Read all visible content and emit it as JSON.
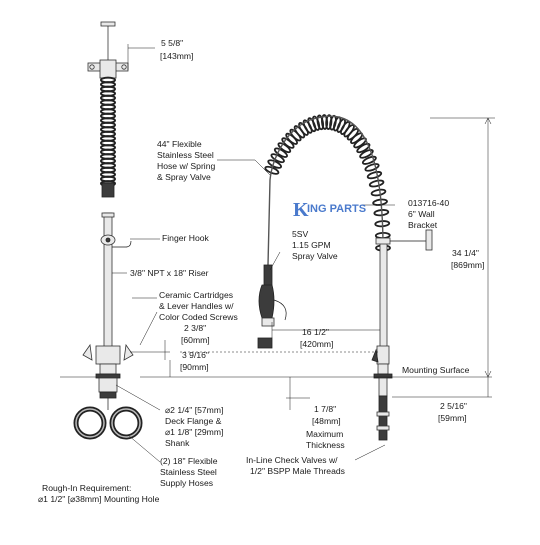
{
  "dims": {
    "top_width": {
      "in": "5 5/8\"",
      "mm": "[143mm]"
    },
    "spout_reach": {
      "in": "16 1/2\"",
      "mm": "[420mm]"
    },
    "overall_height": {
      "in": "34 1/4\"",
      "mm": "[869mm]"
    },
    "handle_height": {
      "in": "2 3/8\"",
      "mm": "[60mm]"
    },
    "handle_offset": {
      "in": "3 9/16\"",
      "mm": "[90mm]"
    },
    "thickness": {
      "in": "1 7/8\"",
      "mm": "[48mm]",
      "l1": "Maximum",
      "l2": "Thickness"
    },
    "below_surface": {
      "in": "2 5/16\"",
      "mm": "[59mm]"
    }
  },
  "labels": {
    "hose": [
      "44\" Flexible",
      "Stainless Steel",
      "Hose w/ Spring",
      "& Spray Valve"
    ],
    "bracket": [
      "013716-40",
      "6\" Wall",
      "Bracket"
    ],
    "spray": [
      "5SV",
      "1.15 GPM",
      "Spray Valve"
    ],
    "finger_hook": "Finger Hook",
    "riser": "3/8\" NPT x 18\" Riser",
    "cartridges": [
      "Ceramic Cartridges",
      "& Lever Handles w/",
      "Color Coded Screws"
    ],
    "mounting_surface": "Mounting Surface",
    "flange": [
      "⌀2 1/4\" [57mm]",
      "Deck Flange &",
      "⌀1 1/8\" [29mm]",
      "Shank"
    ],
    "supply": [
      "(2) 18\" Flexible",
      "Stainless Steel",
      "Supply Hoses"
    ],
    "check": [
      "In-Line Check Valves w/",
      "1/2\" BSPP Male Threads"
    ],
    "rough_in": [
      "Rough-In Requirement:",
      "⌀1 1/2\" [⌀38mm] Mounting Hole"
    ]
  },
  "watermark": {
    "k": "K",
    "text": "ING PARTS"
  }
}
